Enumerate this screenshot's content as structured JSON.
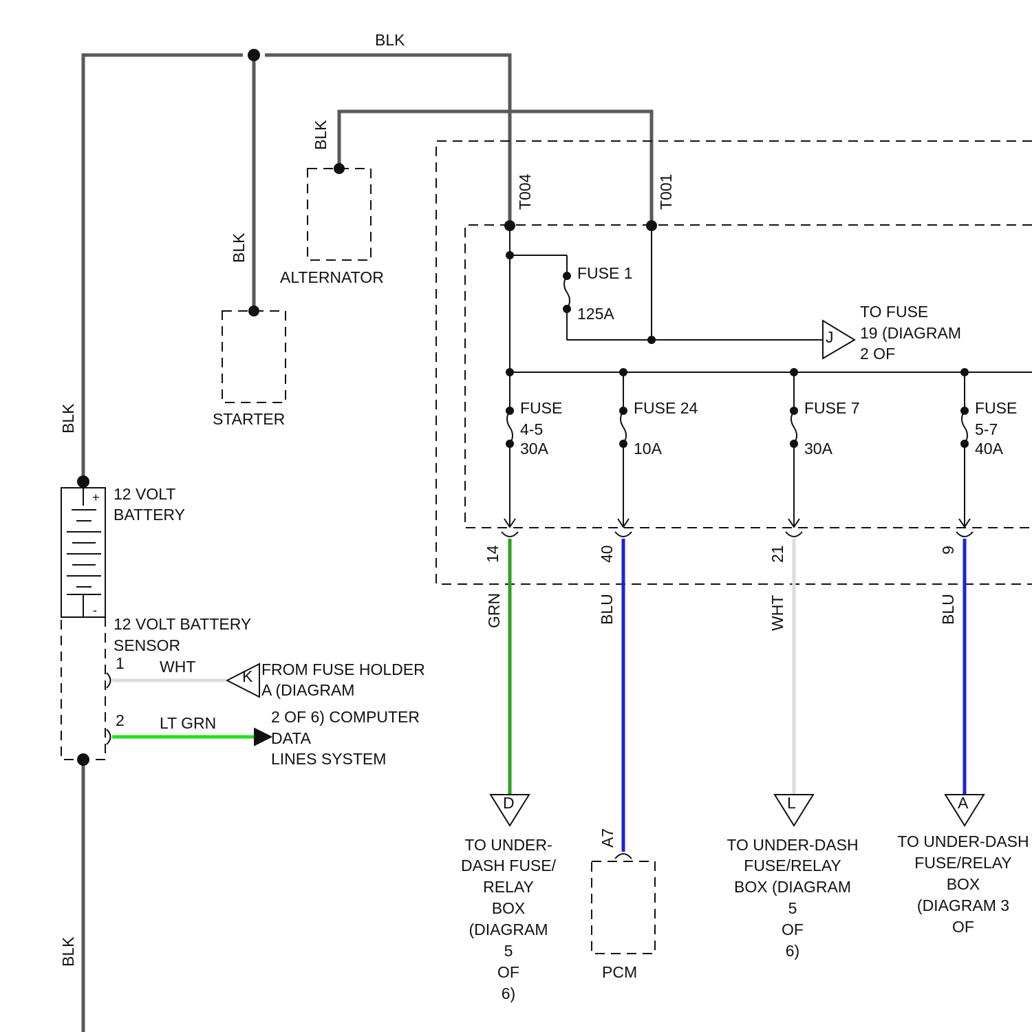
{
  "wire_colors": {
    "BLK": "#5a5a5a",
    "GRN": "#2ea11f",
    "BLU": "#1c23d6",
    "WHT": "#dcdcdc",
    "LT GRN": "#22e022"
  },
  "wire_labels": {
    "blk_top": "BLK",
    "blk_left_upper": "BLK",
    "blk_left_lower": "BLK",
    "blk_starter": "BLK",
    "blk_alternator": "BLK",
    "grn": "GRN",
    "blu_1": "BLU",
    "wht": "WHT",
    "blu_2": "BLU",
    "sensor_wht": "WHT",
    "sensor_ltgrn": "LT GRN"
  },
  "components": {
    "alternator": "ALTERNATOR",
    "starter": "STARTER",
    "battery": [
      "12 VOLT",
      "BATTERY"
    ],
    "battery_plus": "+",
    "battery_minus": "-",
    "sensor": [
      "12 VOLT BATTERY",
      "SENSOR"
    ],
    "pcm": "PCM"
  },
  "terminals": {
    "t004": "T004",
    "t001": "T001",
    "sensor_pin_1": "1",
    "sensor_pin_2": "2",
    "pin_14": "14",
    "pin_40": "40",
    "pin_21": "21",
    "pin_9": "9",
    "pin_a7": "A7"
  },
  "fuses": {
    "fuse1": {
      "name": "FUSE 1",
      "rating": "125A"
    },
    "fuse45": {
      "name": [
        "FUSE",
        "4-5"
      ],
      "rating": "30A"
    },
    "fuse24": {
      "name": "FUSE 24",
      "rating": "10A"
    },
    "fuse7": {
      "name": "FUSE 7",
      "rating": "30A"
    },
    "fuse57": {
      "name": [
        "FUSE",
        "5-7"
      ],
      "rating": "40A"
    }
  },
  "connectors": {
    "j": {
      "letter": "J",
      "text": [
        "TO FUSE",
        "19 (DIAGRAM",
        "2 OF"
      ]
    },
    "k": {
      "letter": "K",
      "text": [
        "FROM FUSE HOLDER",
        "A (DIAGRAM"
      ]
    },
    "data_lines": {
      "text": [
        "2 OF 6) COMPUTER",
        "DATA",
        "LINES SYSTEM"
      ]
    },
    "d": {
      "letter": "D",
      "text": [
        "TO UNDER-",
        "DASH FUSE/",
        "RELAY",
        "BOX",
        "(DIAGRAM",
        "5",
        "OF",
        "6)"
      ]
    },
    "l": {
      "letter": "L",
      "text": [
        "TO UNDER-DASH",
        "FUSE/RELAY",
        "BOX (DIAGRAM",
        "5",
        "OF",
        "6)"
      ]
    },
    "a": {
      "letter": "A",
      "text": [
        "TO UNDER-DASH",
        "FUSE/RELAY",
        "BOX",
        "(DIAGRAM 3",
        "OF"
      ]
    }
  }
}
